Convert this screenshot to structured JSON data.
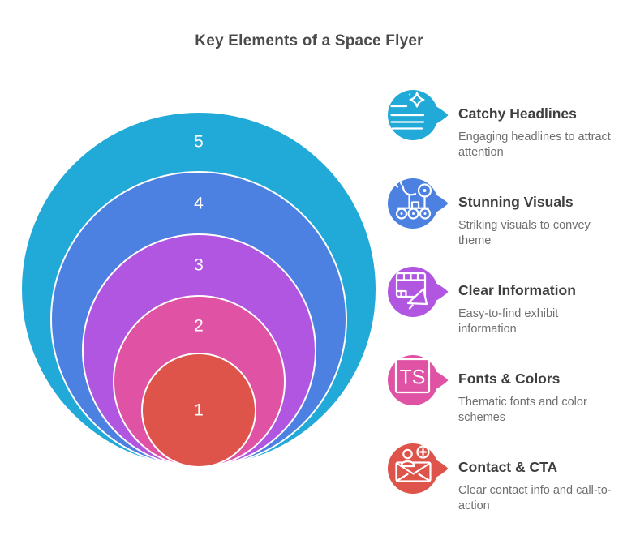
{
  "title": "Key Elements of a Space Flyer",
  "palette": {
    "level5_teal": "#21A9D8",
    "level4_blue": "#4C80E1",
    "level3_purple": "#B156E0",
    "level2_pink": "#DF52A4",
    "level1_red": "#DE534A",
    "circle_outline": "#FFFFFF",
    "number_text": "#FFFFFF",
    "heading_text": "#4B4B4B",
    "item_title_text": "#3E3E3E",
    "item_description_text": "#6F6F6F"
  },
  "nested_circles": [
    {
      "label": "5"
    },
    {
      "label": "4"
    },
    {
      "label": "3"
    },
    {
      "label": "2"
    },
    {
      "label": "1"
    }
  ],
  "legend_items": [
    {
      "icon": "headlines-sparkle-icon",
      "title": "Catchy Headlines",
      "description": "Engaging headlines to attract\nattention"
    },
    {
      "icon": "moon-rover-icon",
      "title": "Stunning Visuals",
      "description": "Striking visuals to convey\ntheme"
    },
    {
      "icon": "billboard-megaphone-icon",
      "title": "Clear Information",
      "description": "Easy-to-find exhibit\ninformation"
    },
    {
      "icon": "ts-typography-icon",
      "title": "Fonts & Colors",
      "icon_text": "TS",
      "description": "Thematic fonts and color\nschemes"
    },
    {
      "icon": "contact-envelope-icon",
      "title": "Contact & CTA",
      "description": "Clear contact info and call-to-\naction"
    }
  ]
}
